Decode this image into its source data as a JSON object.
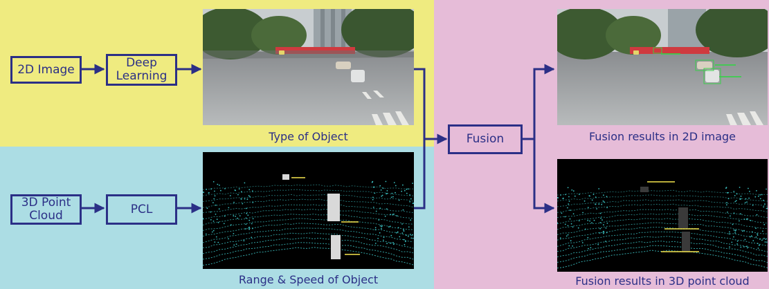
{
  "colors": {
    "yellow_panel": "#efeb80",
    "cyan_panel": "#acdde4",
    "pink_panel": "#e6bcd8",
    "navy": "#2b2f86",
    "point_cloud": "#3bbfc0",
    "label_yellow": "#e7d84a",
    "label_green": "#39d04a"
  },
  "nodes": {
    "image_2d": "2D Image",
    "deep_learning": "Deep\nLearning",
    "point_cloud_3d": "3D Point\nCloud",
    "pcl": "PCL",
    "fusion": "Fusion"
  },
  "captions": {
    "type_of_object": "Type of Object",
    "range_speed": "Range & Speed of Object",
    "fusion_2d": "Fusion results in 2D image",
    "fusion_3d": "Fusion results in 3D point cloud"
  },
  "images": {
    "camera_view": "street-intersection-photo",
    "lidar_view": "lidar-point-cloud",
    "fusion_camera": "street-intersection-photo-annotated",
    "fusion_lidar": "lidar-point-cloud-annotated"
  }
}
